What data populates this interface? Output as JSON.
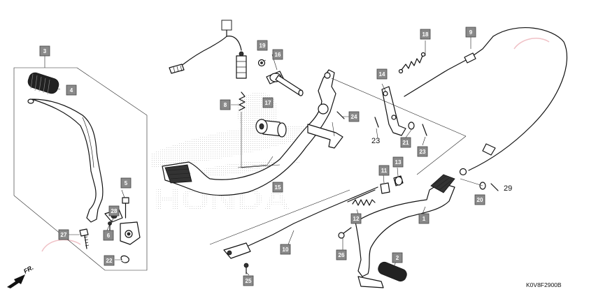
{
  "diagram": {
    "code": "K0V8F2900B",
    "direction_label": "FR.",
    "watermark": "HONDA",
    "labels": [
      {
        "id": "3",
        "text": "3"
      },
      {
        "id": "4",
        "text": "4"
      },
      {
        "id": "5",
        "text": "5"
      },
      {
        "id": "6",
        "text": "6"
      },
      {
        "id": "28",
        "text": "28"
      },
      {
        "id": "27",
        "text": "27"
      },
      {
        "id": "22",
        "text": "22"
      },
      {
        "id": "19",
        "text": "19"
      },
      {
        "id": "16",
        "text": "16"
      },
      {
        "id": "8",
        "text": "8"
      },
      {
        "id": "17",
        "text": "17"
      },
      {
        "id": "24",
        "text": "24"
      },
      {
        "id": "15",
        "text": "15"
      },
      {
        "id": "18",
        "text": "18"
      },
      {
        "id": "9",
        "text": "9"
      },
      {
        "id": "14",
        "text": "14"
      },
      {
        "id": "21",
        "text": "21"
      },
      {
        "id": "23b",
        "text": "23"
      },
      {
        "id": "11",
        "text": "11"
      },
      {
        "id": "13",
        "text": "13"
      },
      {
        "id": "12",
        "text": "12"
      },
      {
        "id": "10",
        "text": "10"
      },
      {
        "id": "26",
        "text": "26"
      },
      {
        "id": "25",
        "text": "25"
      },
      {
        "id": "1",
        "text": "1"
      },
      {
        "id": "2",
        "text": "2"
      },
      {
        "id": "20",
        "text": "20"
      }
    ],
    "plain_labels": [
      {
        "id": "23a",
        "text": "23"
      },
      {
        "id": "29",
        "text": "29"
      }
    ]
  }
}
